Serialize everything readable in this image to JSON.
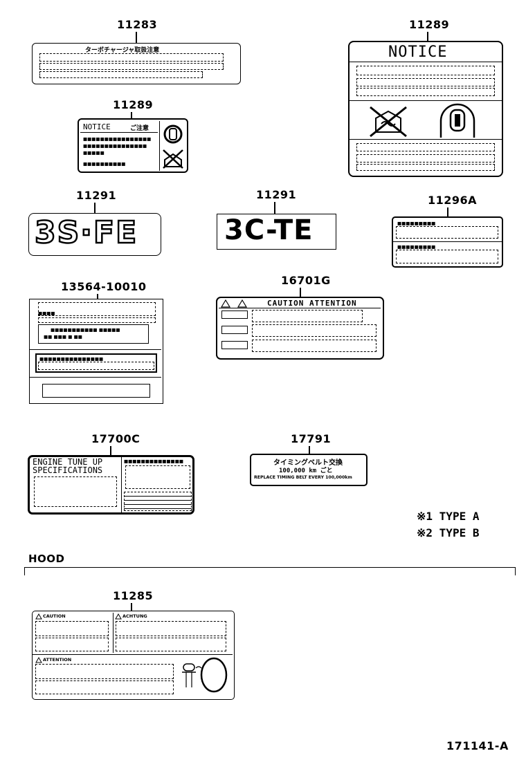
{
  "parts": {
    "p1": "11283",
    "p2": "11289",
    "p3": "11289",
    "p4": "11291",
    "p5": "11291",
    "p6": "11296A",
    "p7": "13564-10010",
    "p8": "16701G",
    "p9": "17700C",
    "p10": "17791",
    "p11": "11285"
  },
  "labels": {
    "notice_large": "NOTICE",
    "notice_small": "NOTICE",
    "notice_small_jp": "ご注意",
    "engine_3sfe": "3S·FE",
    "engine_3cte": "3C-TE",
    "caution_attention": "CAUTION ATTENTION",
    "tune_up_line1": "ENGINE TUNE UP",
    "tune_up_line2": "SPECIFICATIONS",
    "timing_jp": "タイミングベルト交換",
    "timing_km": "100,000 km ごと",
    "timing_en": "REPLACE TIMING BELT EVERY 100,000km",
    "caution": "CAUTION",
    "achtung": "ACHTUNG",
    "attention": "ATTENTION"
  },
  "legend": {
    "type_a": "※1 TYPE A",
    "type_b": "※2 TYPE B"
  },
  "section": {
    "hood": "HOOD"
  },
  "figure_id": "171141-A"
}
